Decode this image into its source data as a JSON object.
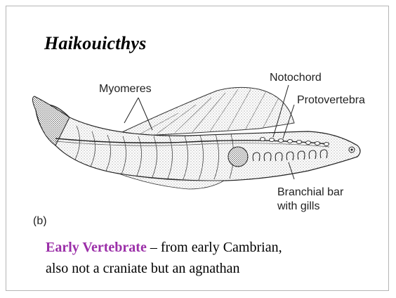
{
  "slide": {
    "title": "Haikouicthys",
    "figure": {
      "labels": {
        "myomeres": "Myomeres",
        "notochord": "Notochord",
        "protovertebra": "Protovertebra",
        "branchial_line1": "Branchial bar",
        "branchial_line2": "with gills",
        "panel": "(b)"
      }
    },
    "caption": {
      "highlight": "Early Vertebrate",
      "text": " – from early Cambrian,",
      "line2": "also not a craniate but an agnathan"
    }
  },
  "colors": {
    "highlight": "#9b2fa8"
  }
}
